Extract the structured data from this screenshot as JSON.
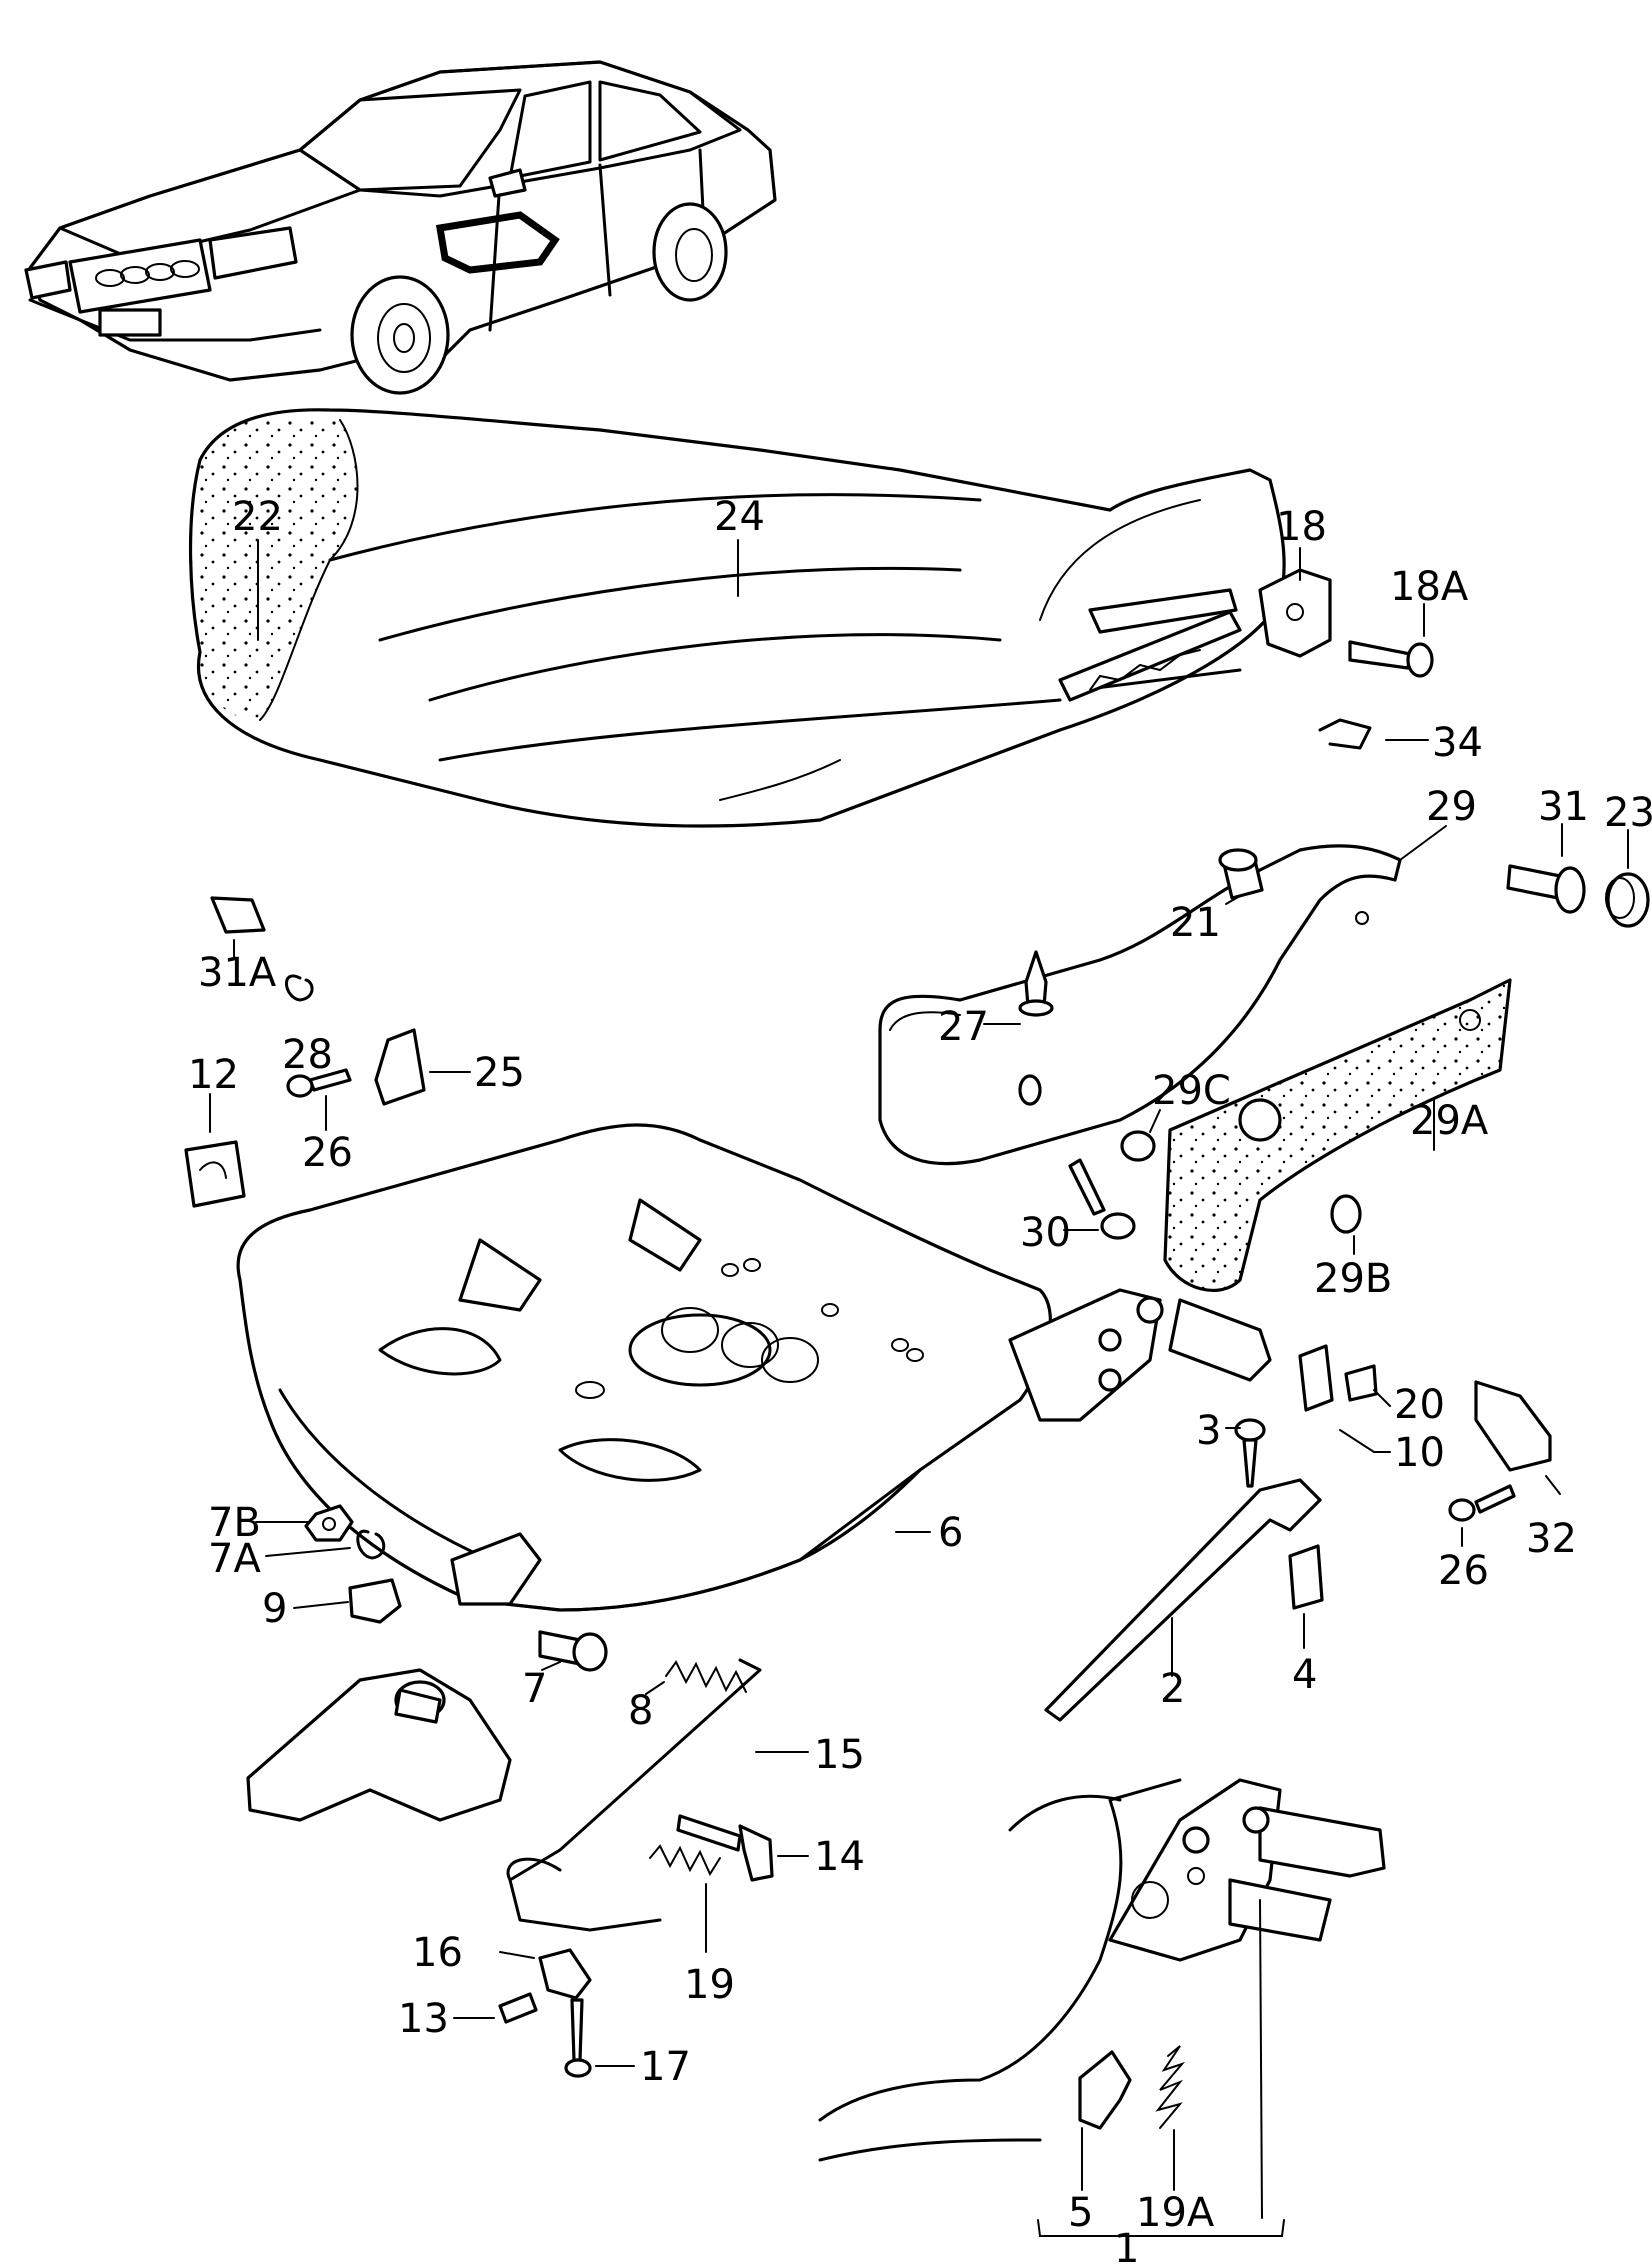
{
  "callouts": [
    {
      "id": "22",
      "text": "22"
    },
    {
      "id": "24",
      "text": "24"
    },
    {
      "id": "18",
      "text": "18"
    },
    {
      "id": "18A",
      "text": "18A"
    },
    {
      "id": "34",
      "text": "34"
    },
    {
      "id": "29",
      "text": "29"
    },
    {
      "id": "31",
      "text": "31"
    },
    {
      "id": "23",
      "text": "23"
    },
    {
      "id": "21",
      "text": "21"
    },
    {
      "id": "31A",
      "text": "31A"
    },
    {
      "id": "28",
      "text": "28"
    },
    {
      "id": "27",
      "text": "27"
    },
    {
      "id": "12",
      "text": "12"
    },
    {
      "id": "25",
      "text": "25"
    },
    {
      "id": "26a",
      "text": "26"
    },
    {
      "id": "29C",
      "text": "29C"
    },
    {
      "id": "29A",
      "text": "29A"
    },
    {
      "id": "30",
      "text": "30"
    },
    {
      "id": "29B",
      "text": "29B"
    },
    {
      "id": "3",
      "text": "3"
    },
    {
      "id": "20",
      "text": "20"
    },
    {
      "id": "10",
      "text": "10"
    },
    {
      "id": "7B",
      "text": "7B"
    },
    {
      "id": "6",
      "text": "6"
    },
    {
      "id": "7A",
      "text": "7A"
    },
    {
      "id": "9",
      "text": "9"
    },
    {
      "id": "32",
      "text": "32"
    },
    {
      "id": "26b",
      "text": "26"
    },
    {
      "id": "7",
      "text": "7"
    },
    {
      "id": "4",
      "text": "4"
    },
    {
      "id": "2",
      "text": "2"
    },
    {
      "id": "8",
      "text": "8"
    },
    {
      "id": "15",
      "text": "15"
    },
    {
      "id": "14",
      "text": "14"
    },
    {
      "id": "16",
      "text": "16"
    },
    {
      "id": "19",
      "text": "19"
    },
    {
      "id": "13",
      "text": "13"
    },
    {
      "id": "17",
      "text": "17"
    },
    {
      "id": "5",
      "text": "5"
    },
    {
      "id": "19A",
      "text": "19A"
    },
    {
      "id": "1",
      "text": "1"
    }
  ]
}
